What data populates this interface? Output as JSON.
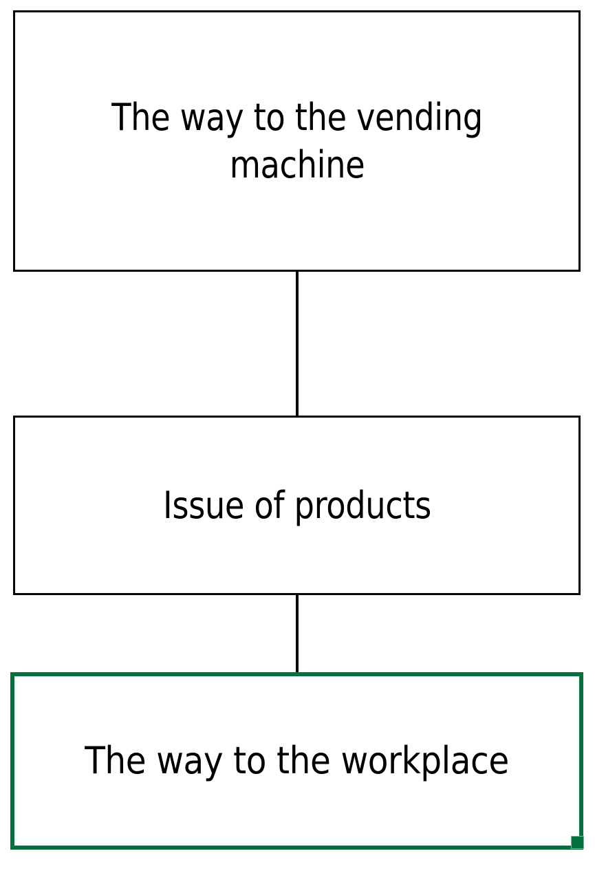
{
  "diagram": {
    "type": "flowchart",
    "orientation": "vertical",
    "background_color": "#ffffff",
    "node_border_color": "#000000",
    "selected_border_color": "#04713f",
    "handle_color": "#04713f",
    "nodes": [
      {
        "id": "vending",
        "label": "The way to the vending machine",
        "label_line_1": "The way to the vending",
        "label_line_2": "machine",
        "selected": false
      },
      {
        "id": "issue",
        "label": "Issue of products",
        "selected": false
      },
      {
        "id": "workplace",
        "label": "The way to the workplace",
        "selected": true
      }
    ],
    "connectors": [
      {
        "id": "connector-1",
        "from": "vending",
        "to": "issue"
      },
      {
        "id": "connector-2",
        "from": "issue",
        "to": "workplace"
      }
    ],
    "handles": [
      {
        "id": "handle-br",
        "position": "bottom-right",
        "owner": "workplace"
      }
    ]
  }
}
